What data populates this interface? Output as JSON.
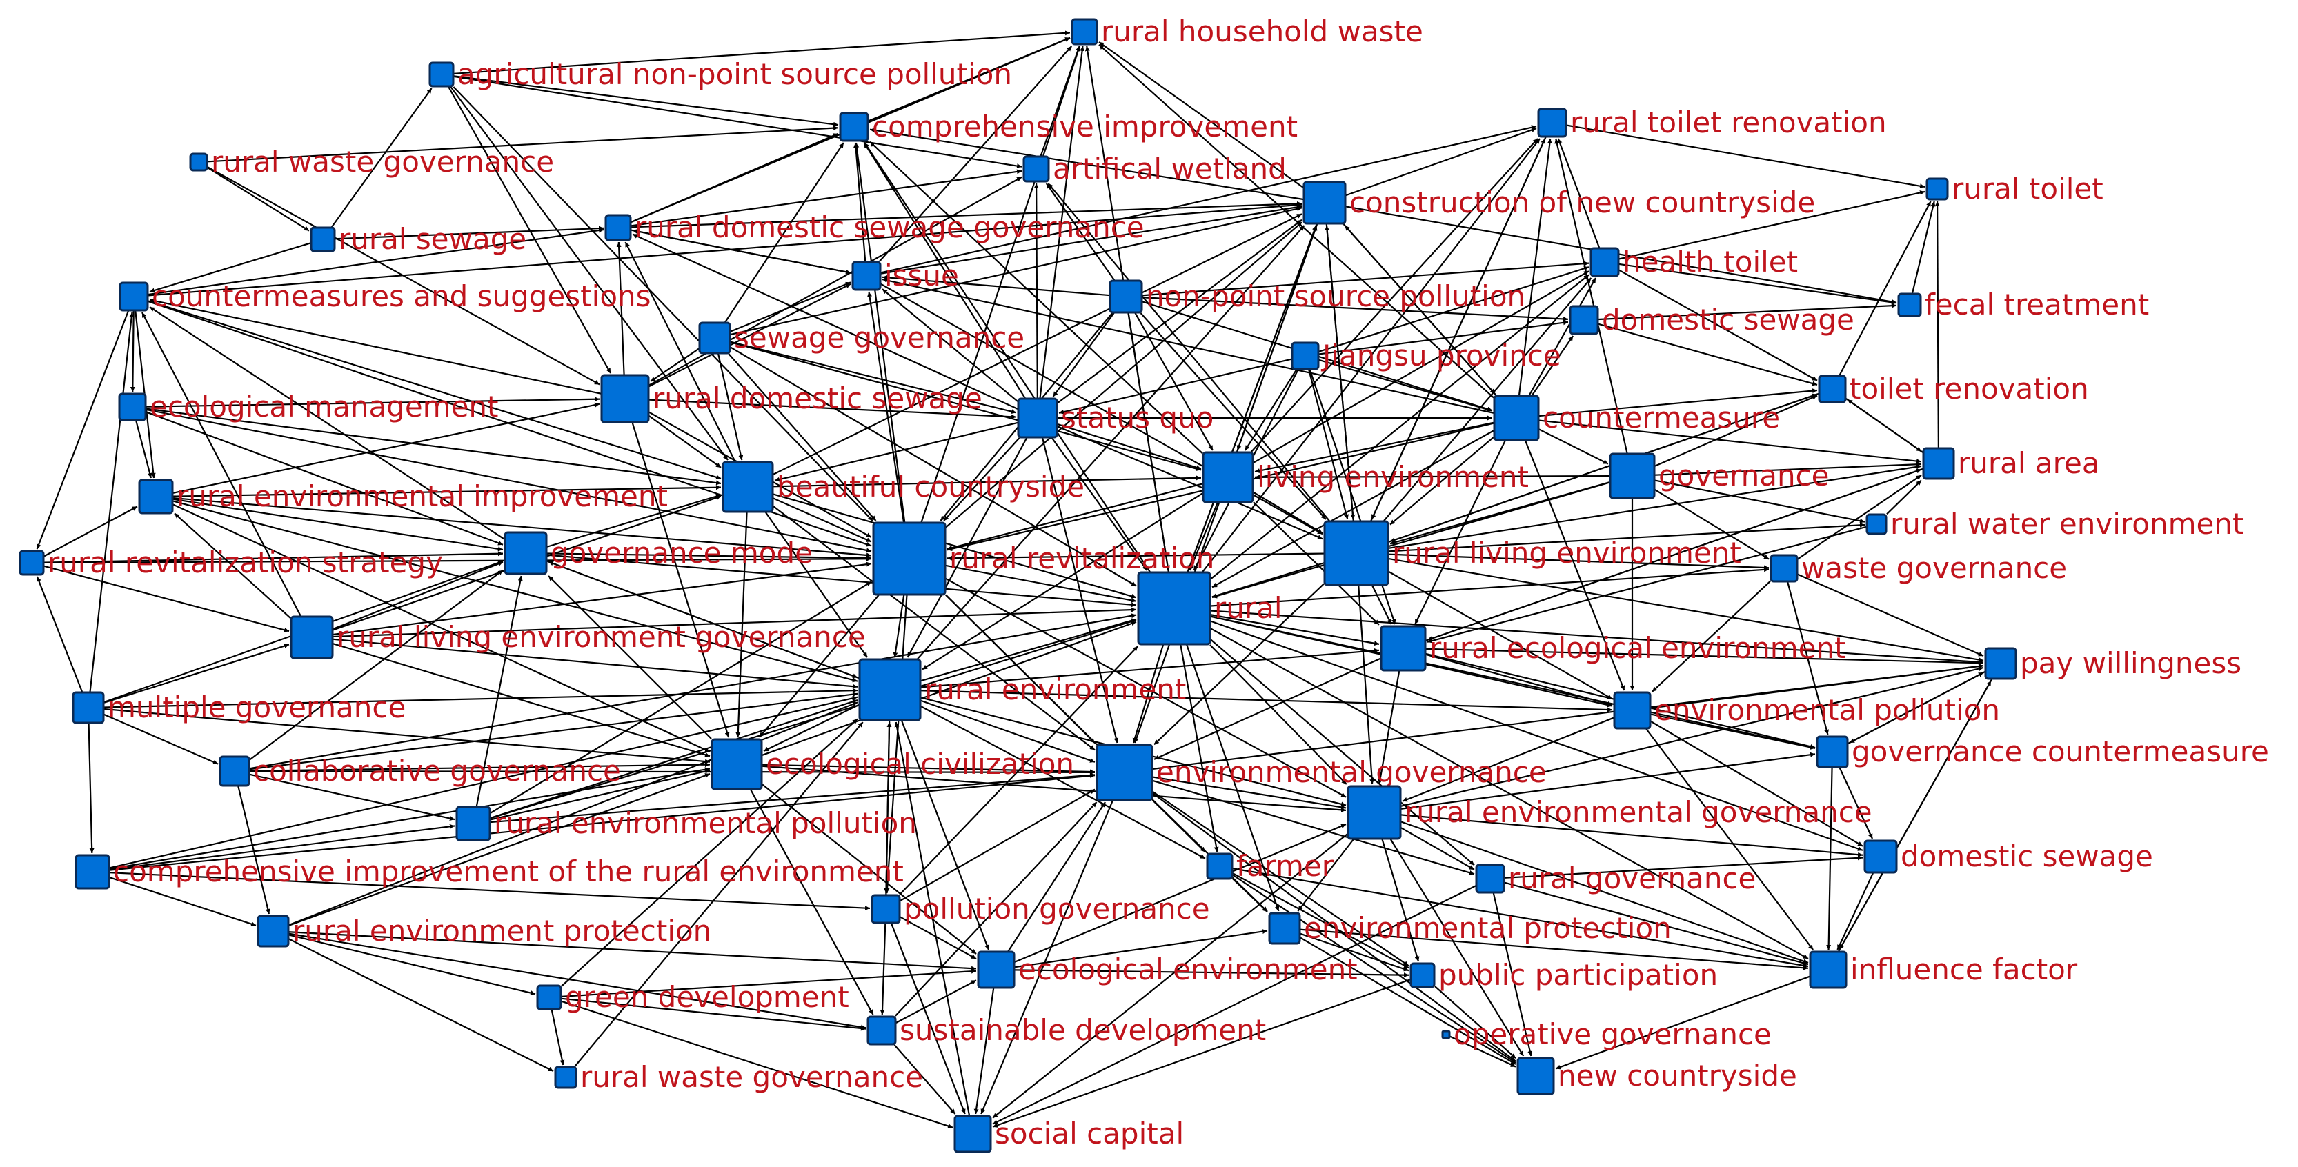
{
  "colors": {
    "node_fill": "#0070d8",
    "node_border": "#0a2a55",
    "label": "#c0141c",
    "edge": "#000000",
    "background": "#ffffff"
  },
  "nodes": [
    {
      "id": "rural-household-waste",
      "label": "rural household waste"
    },
    {
      "id": "agricultural-non-point-source-pollution",
      "label": "agricultural non-point source pollution"
    },
    {
      "id": "comprehensive-improvement",
      "label": "comprehensive improvement"
    },
    {
      "id": "rural-toilet-renovation",
      "label": "rural toilet renovation"
    },
    {
      "id": "rural-waste-governance-top",
      "label": "rural waste governance"
    },
    {
      "id": "artifical-wetland",
      "label": "artifical wetland"
    },
    {
      "id": "construction-of-new-countryside",
      "label": "construction of new countryside"
    },
    {
      "id": "rural-toilet",
      "label": "rural toilet"
    },
    {
      "id": "rural-sewage",
      "label": "rural sewage"
    },
    {
      "id": "rural-domestic-sewage-governance",
      "label": "rural domestic sewage governance"
    },
    {
      "id": "health-toilet",
      "label": "health toilet"
    },
    {
      "id": "issue",
      "label": "issue"
    },
    {
      "id": "countermeasures-and-suggestions",
      "label": "countermeasures and suggestions"
    },
    {
      "id": "non-point-source-pollution",
      "label": "non-point source pollution"
    },
    {
      "id": "fecal-treatment",
      "label": "fecal treatment"
    },
    {
      "id": "domestic-sewage-top",
      "label": "domestic sewage"
    },
    {
      "id": "sewage-governance",
      "label": "sewage governance"
    },
    {
      "id": "jiangsu-province",
      "label": "Jiangsu province"
    },
    {
      "id": "toilet-renovation",
      "label": "toilet renovation"
    },
    {
      "id": "ecological-management",
      "label": "ecological management"
    },
    {
      "id": "rural-domestic-sewage",
      "label": "rural domestic sewage"
    },
    {
      "id": "status-quo",
      "label": "status quo"
    },
    {
      "id": "countermeasure",
      "label": "countermeasure"
    },
    {
      "id": "rural-area",
      "label": "rural area"
    },
    {
      "id": "rural-environmental-improvement",
      "label": "rural environmental improvement"
    },
    {
      "id": "beautiful-countryside",
      "label": "beautiful countryside"
    },
    {
      "id": "living-environment",
      "label": "living environment"
    },
    {
      "id": "governance",
      "label": "governance"
    },
    {
      "id": "rural-water-environment",
      "label": "rural water environment"
    },
    {
      "id": "rural-revitalization-strategy",
      "label": "rural revitalization strategy"
    },
    {
      "id": "governance-mode",
      "label": "governance mode"
    },
    {
      "id": "rural-revitalization",
      "label": "rural revitalization"
    },
    {
      "id": "rural-living-environment",
      "label": "rural living environment"
    },
    {
      "id": "waste-governance",
      "label": "waste governance"
    },
    {
      "id": "rural",
      "label": "rural"
    },
    {
      "id": "rural-living-environment-governance",
      "label": "rural living environment governance"
    },
    {
      "id": "rural-ecological-environment",
      "label": "rural ecological environment"
    },
    {
      "id": "pay-willingness",
      "label": "pay willingness"
    },
    {
      "id": "rural-environment",
      "label": "rural environment"
    },
    {
      "id": "multiple-governance",
      "label": "multiple governance"
    },
    {
      "id": "environmental-pollution",
      "label": "environmental pollution"
    },
    {
      "id": "ecological-civilization",
      "label": "ecological civilization"
    },
    {
      "id": "governance-countermeasure",
      "label": "governance countermeasure"
    },
    {
      "id": "collaborative-governance",
      "label": "collaborative governance"
    },
    {
      "id": "environmental-governance",
      "label": "environmental governance"
    },
    {
      "id": "rural-environmental-governance",
      "label": "rural environmental governance"
    },
    {
      "id": "rural-environmental-pollution",
      "label": "rural environmental pollution"
    },
    {
      "id": "domestic-sewage-right",
      "label": "domestic sewage"
    },
    {
      "id": "comprehensive-improvement-of-the-rural-environment",
      "label": "comprehensive improvement of the rural environment"
    },
    {
      "id": "farmer",
      "label": "farmer"
    },
    {
      "id": "rural-governance",
      "label": "rural governance"
    },
    {
      "id": "pollution-governance",
      "label": "pollution governance"
    },
    {
      "id": "rural-environment-protection",
      "label": "rural environment protection"
    },
    {
      "id": "environmental-protection",
      "label": "environmental protection"
    },
    {
      "id": "influence-factor",
      "label": "influence factor"
    },
    {
      "id": "ecological-environment",
      "label": "ecological environment"
    },
    {
      "id": "public-participation",
      "label": "public participation"
    },
    {
      "id": "green-development",
      "label": "green development"
    },
    {
      "id": "sustainable-development",
      "label": "sustainable development"
    },
    {
      "id": "cooperative-governance",
      "label": "operative governance"
    },
    {
      "id": "new-countryside",
      "label": "new countryside"
    },
    {
      "id": "rural-waste-governance-bottom",
      "label": "rural waste governance"
    },
    {
      "id": "social-capital",
      "label": "social capital"
    }
  ]
}
